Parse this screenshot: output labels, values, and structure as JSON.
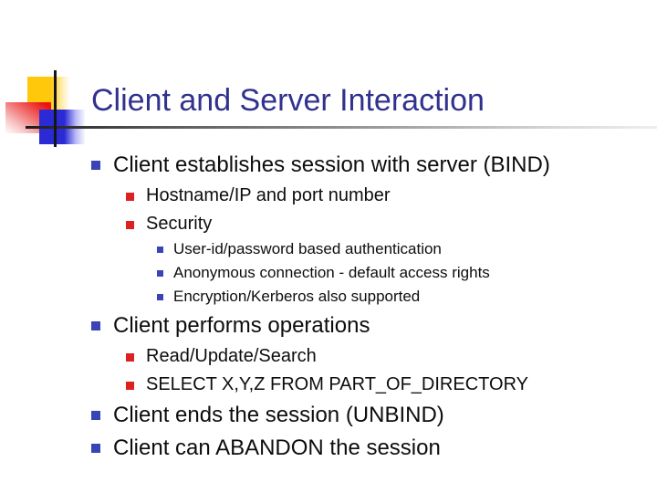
{
  "slide": {
    "title": "Client and Server Interaction",
    "colors": {
      "title": "#31318F",
      "bullet_blue": "#3A45B5",
      "bullet_red": "#DD2020",
      "accent_yellow": "#FFC80A",
      "accent_red": "#EE1111",
      "accent_blue": "#2B2BD5"
    },
    "bullets": [
      {
        "level": 1,
        "text": "Client establishes session with server (BIND)"
      },
      {
        "level": 2,
        "text": "Hostname/IP and port number"
      },
      {
        "level": 2,
        "text": "Security"
      },
      {
        "level": 3,
        "text": "User-id/password based authentication"
      },
      {
        "level": 3,
        "text": "Anonymous connection - default access rights"
      },
      {
        "level": 3,
        "text": "Encryption/Kerberos also supported"
      },
      {
        "level": 1,
        "text": "Client performs operations"
      },
      {
        "level": 2,
        "text": "Read/Update/Search"
      },
      {
        "level": 2,
        "text": "SELECT X,Y,Z FROM PART_OF_DIRECTORY"
      },
      {
        "level": 1,
        "text": "Client ends the session (UNBIND)"
      },
      {
        "level": 1,
        "text": "Client can ABANDON the session"
      }
    ]
  }
}
